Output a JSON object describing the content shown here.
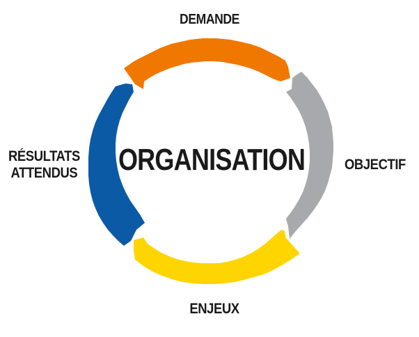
{
  "center_title": "ORGANISATION",
  "stages": [
    {
      "label": "DEMANDE",
      "color": "#f07800"
    },
    {
      "label": "OBJECTIF",
      "color": "#a8a9ac"
    },
    {
      "label": "ENJEUX",
      "color": "#ffd500"
    },
    {
      "label": "RÉSULTATS",
      "label_line2": "ATTENDUS",
      "color": "#0b5aa6"
    }
  ]
}
